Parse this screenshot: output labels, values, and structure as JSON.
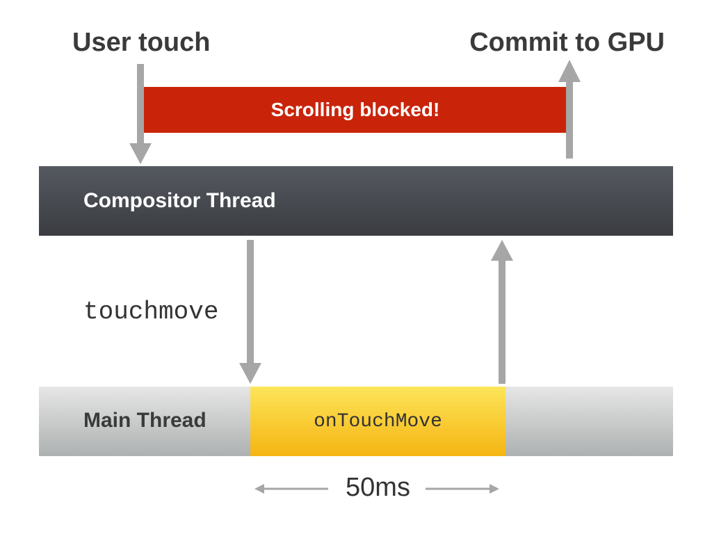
{
  "labels": {
    "user_touch": "User touch",
    "commit_gpu": "Commit to GPU",
    "scrolling_blocked": "Scrolling blocked!",
    "compositor_thread": "Compositor Thread",
    "touchmove": "touchmove",
    "main_thread": "Main Thread",
    "handler": "onTouchMove",
    "duration": "50ms"
  },
  "colors": {
    "blocked": "#c9240a",
    "compositor": "#45474c",
    "main_thread": "#c8caca",
    "handler": "#f7c52a",
    "arrow": "#a6a6a6",
    "text": "#3a3a3a"
  }
}
